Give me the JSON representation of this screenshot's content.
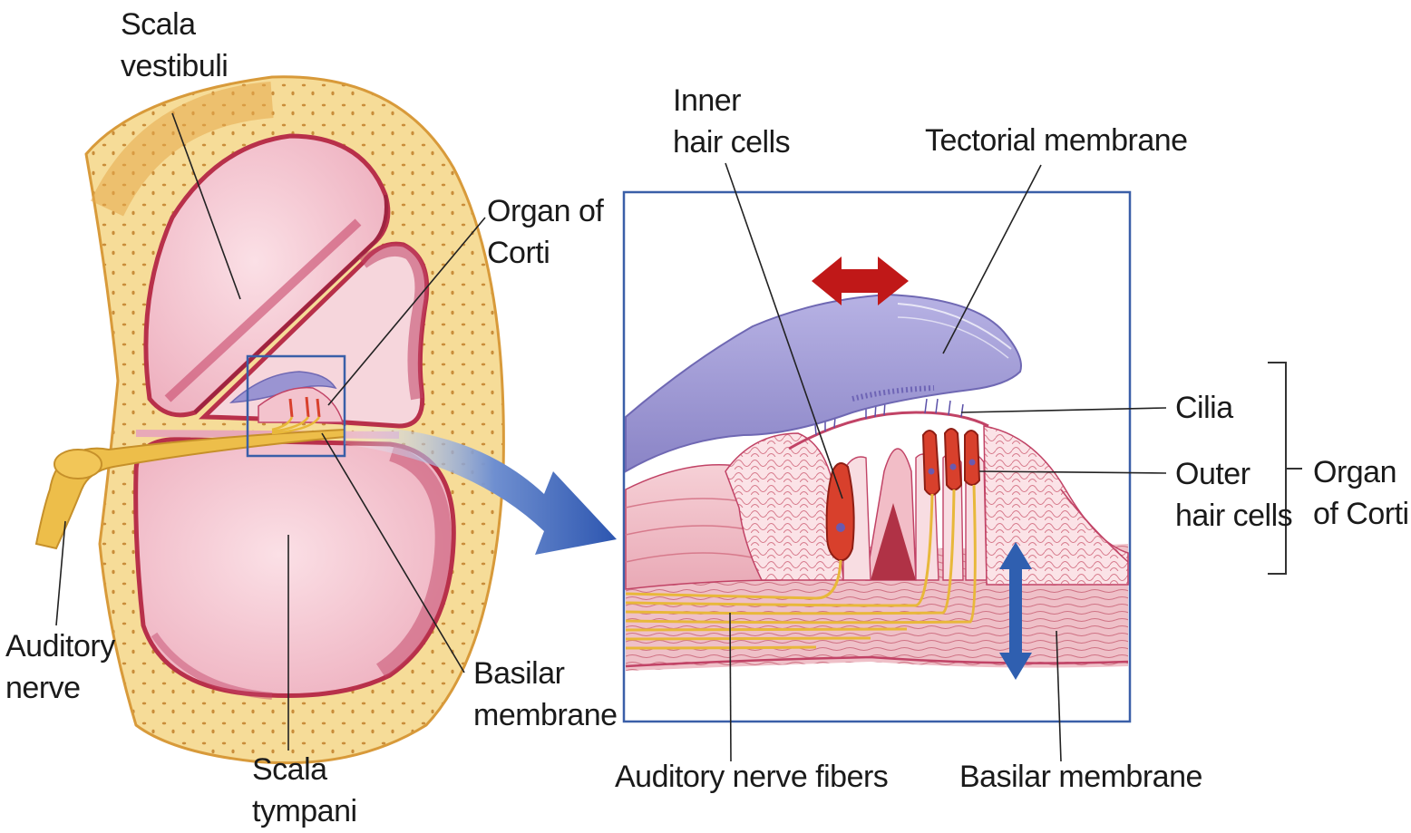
{
  "labels": {
    "scala_vestibuli": [
      "Scala",
      "vestibuli"
    ],
    "organ_of_corti_left": [
      "Organ of",
      "Corti"
    ],
    "auditory_nerve": [
      "Auditory",
      "nerve"
    ],
    "basilar_membrane_left": [
      "Basilar",
      "membrane"
    ],
    "scala_tympani": [
      "Scala",
      "tympani"
    ],
    "inner_hair_cells": [
      "Inner",
      "hair cells"
    ],
    "tectorial_membrane": "Tectorial membrane",
    "cilia": "Cilia",
    "outer_hair_cells": [
      "Outer",
      "hair cells"
    ],
    "organ_of_corti_right": [
      "Organ",
      "of Corti"
    ],
    "auditory_nerve_fibers": "Auditory nerve fibers",
    "basilar_membrane_right": "Basilar membrane"
  },
  "colors": {
    "bone": "#f4d48c",
    "bone_outline": "#d89a3a",
    "scala_fill": "#f4c4cf",
    "duct_wall": "#b8304a",
    "tectorial": "#9a94d2",
    "hair_cell": "#d8402c",
    "nerve": "#e8b83a",
    "frame": "#3a5fa8",
    "arrow_red": "#c01818",
    "arrow_blue": "#2f5fb0"
  }
}
